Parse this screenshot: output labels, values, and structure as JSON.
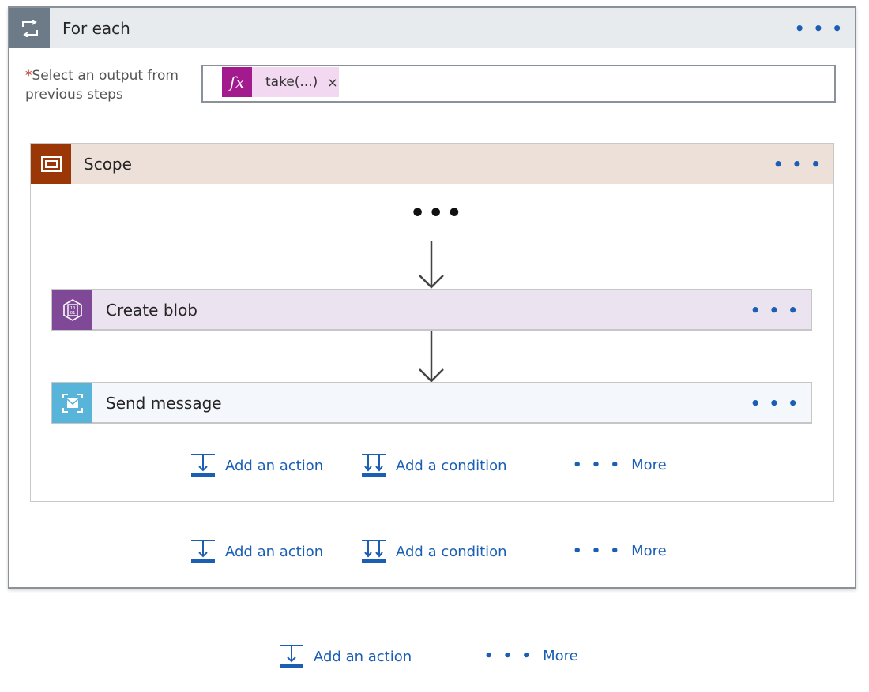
{
  "foreach": {
    "title": "For each",
    "icon": "loop-icon",
    "field_label": "Select an output from previous steps",
    "required_marker": "*",
    "token": {
      "icon_text": "fx",
      "label": "take(...)",
      "remove": "×"
    }
  },
  "scope": {
    "title": "Scope",
    "icon": "scope-icon",
    "ellipsis": "•••",
    "steps": [
      {
        "title": "Create blob",
        "icon": "blob-storage-icon",
        "color": "#804998",
        "bg": "#ebe3f0"
      },
      {
        "title": "Send message",
        "icon": "service-bus-icon",
        "color": "#59b4d9",
        "bg": "#f4f7fc"
      }
    ]
  },
  "actions": {
    "add_action": "Add an action",
    "add_condition": "Add a condition",
    "more": "More",
    "more_dots": "• • •"
  },
  "menu_dots": "• • •",
  "colors": {
    "link": "#1a5fb4",
    "foreach": "#6d7a88",
    "scope": "#9b3706",
    "fx": "#a31a8e"
  }
}
